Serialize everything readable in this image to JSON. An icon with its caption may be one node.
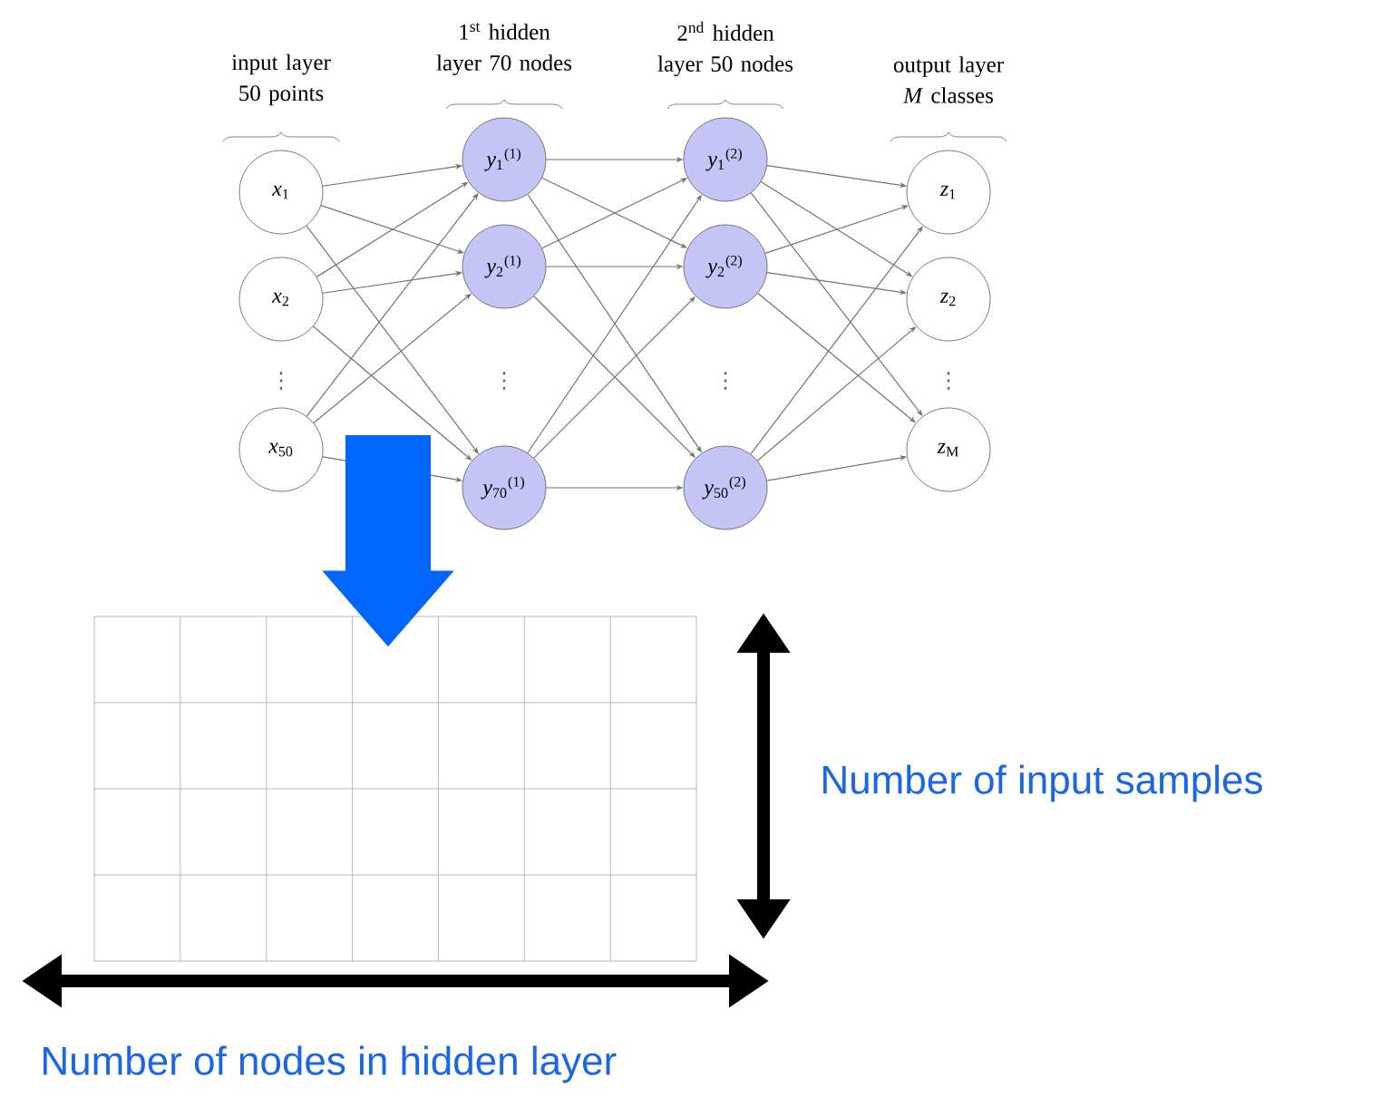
{
  "diagram": {
    "nodes": [
      {
        "text": [
          "*x*$_{1}$"
        ]
      },
      {
        "text": [
          "*x*$_{2}$"
        ]
      },
      {
        "text": [
          "*x*$_{50}$"
        ]
      },
      {
        "text": [
          "*y*$_{1}$$^{(1)}$"
        ]
      },
      {
        "text": [
          "*y*$_{2}$$^{(1)}$"
        ]
      },
      {
        "text": [
          "*y*$_{70}$$^{(1)}$"
        ]
      },
      {
        "text": [
          "*y*$_{1}$$^{(2)}$"
        ]
      },
      {
        "text": [
          "*y*$_{2}$$^{(2)}$"
        ]
      },
      {
        "text": [
          "*y*$_{50}$$^{(2)}$"
        ]
      },
      {
        "text": [
          "*z*$_{1}$"
        ]
      },
      {
        "text": [
          "*z*$_{2}$"
        ]
      },
      {
        "text": [
          "*z*$_{M}$"
        ]
      },
      {
        "text": [],
        "shape": "box"
      }
    ],
    "edges": [
      {
        "from": 0,
        "to": 3,
        "arrow": "to"
      },
      {
        "from": 0,
        "to": 4,
        "arrow": "to"
      },
      {
        "from": 0,
        "to": 5,
        "arrow": "to"
      },
      {
        "from": 1,
        "to": 3,
        "arrow": "to"
      },
      {
        "from": 1,
        "to": 4,
        "arrow": "to"
      },
      {
        "from": 1,
        "to": 5,
        "arrow": "to"
      },
      {
        "from": 2,
        "to": 3,
        "arrow": "to"
      },
      {
        "from": 2,
        "to": 4,
        "arrow": "to"
      },
      {
        "from": 2,
        "to": 5,
        "arrow": "to"
      },
      {
        "from": 3,
        "to": 6,
        "arrow": "to"
      },
      {
        "from": 3,
        "to": 7,
        "arrow": "to"
      },
      {
        "from": 3,
        "to": 8,
        "arrow": "to"
      },
      {
        "from": 4,
        "to": 6,
        "arrow": "to"
      },
      {
        "from": 4,
        "to": 7,
        "arrow": "to"
      },
      {
        "from": 4,
        "to": 8,
        "arrow": "to"
      },
      {
        "from": 5,
        "to": 6,
        "arrow": "to"
      },
      {
        "from": 5,
        "to": 7,
        "arrow": "to"
      },
      {
        "from": 5,
        "to": 8,
        "arrow": "to"
      },
      {
        "from": 6,
        "to": 9,
        "arrow": "to"
      },
      {
        "from": 6,
        "to": 10,
        "arrow": "to"
      },
      {
        "from": 6,
        "to": 11,
        "arrow": "to"
      },
      {
        "from": 7,
        "to": 9,
        "arrow": "to"
      },
      {
        "from": 7,
        "to": 10,
        "arrow": "to"
      },
      {
        "from": 7,
        "to": 11,
        "arrow": "to"
      },
      {
        "from": 8,
        "to": 9,
        "arrow": "to"
      },
      {
        "from": 8,
        "to": 10,
        "arrow": "to"
      },
      {
        "from": 8,
        "to": 11,
        "arrow": "to"
      },
      {
        "from": null,
        "to": 12,
        "arrow": "to",
        "style": "thick",
        "color": "#0066ff"
      }
    ],
    "labels": [
      "1$^{st}$ hidden layer 70 nodes",
      "2$^{nd}$ hidden layer 50 nodes",
      "input layer 50 points",
      "output layer *M* classes",
      "⋮",
      "⋮",
      "⋮",
      "⋮",
      "Number of input samples",
      "Number of nodes in hidden layer"
    ]
  }
}
